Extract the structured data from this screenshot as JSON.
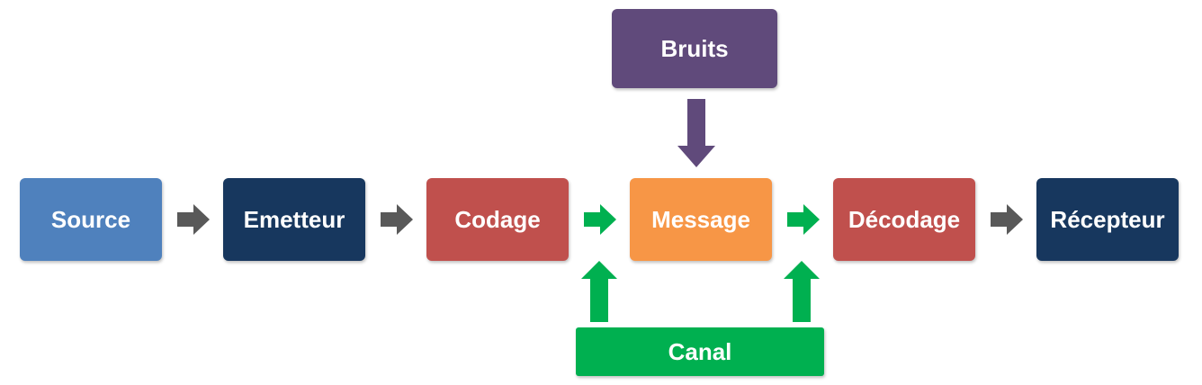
{
  "colors": {
    "source": "#4F81BD",
    "emetteur": "#17375E",
    "codage": "#C0504D",
    "message": "#F79646",
    "decodage": "#C0504D",
    "recepteur": "#17375E",
    "bruits": "#604A7B",
    "canal": "#00B050",
    "arrow_gray": "#595959",
    "arrow_green": "#00B050",
    "arrow_purple": "#604A7B"
  },
  "nodes": {
    "source": "Source",
    "emetteur": "Emetteur",
    "codage": "Codage",
    "message": "Message",
    "decodage": "Décodage",
    "recepteur": "Récepteur",
    "bruits": "Bruits",
    "canal": "Canal"
  }
}
